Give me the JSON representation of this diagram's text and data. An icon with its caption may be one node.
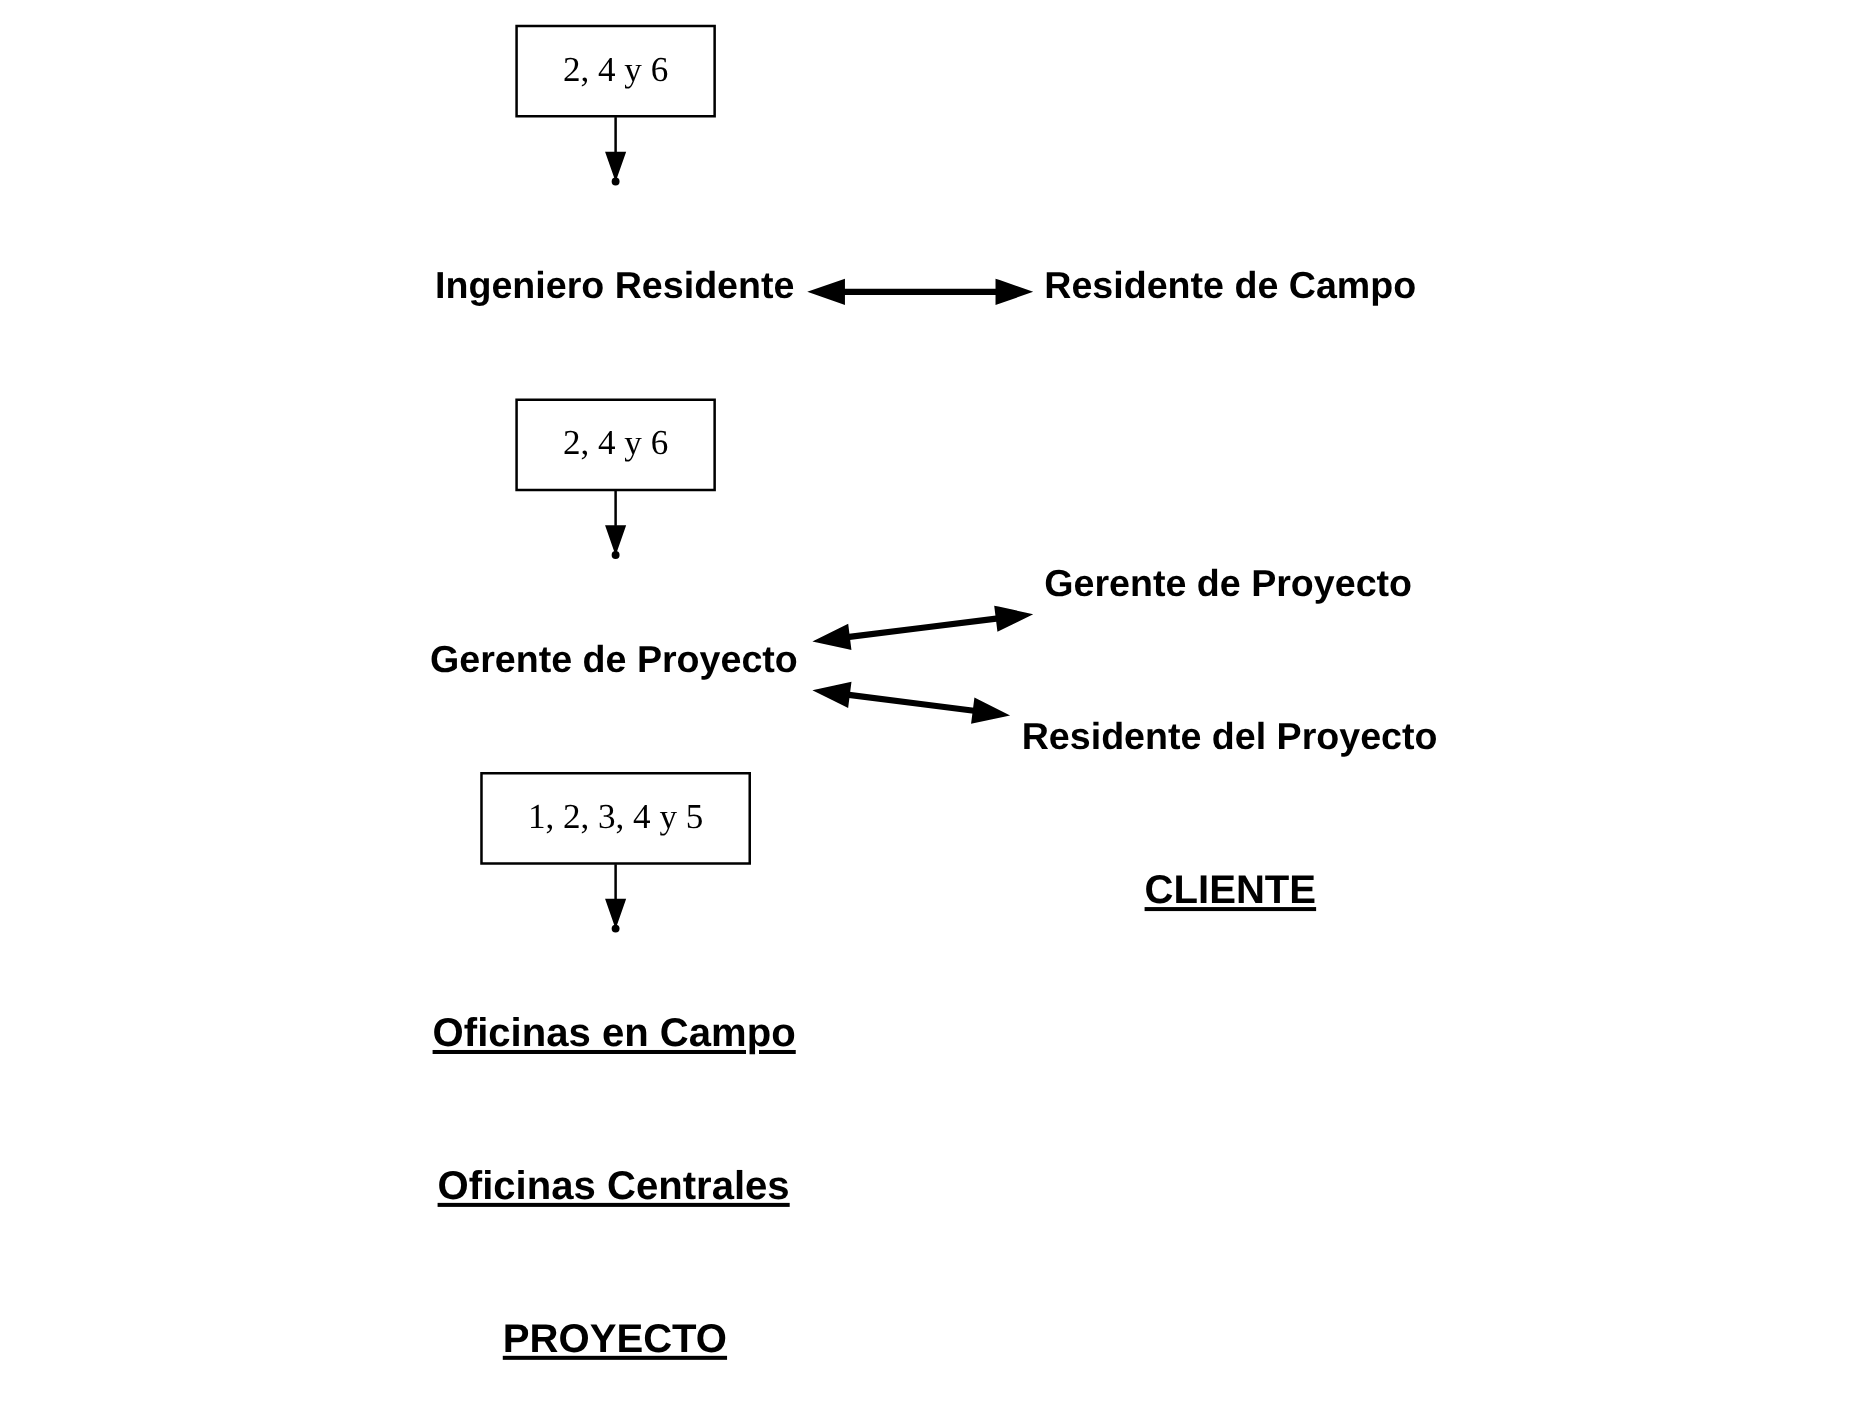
{
  "diagram": {
    "nodes": [
      {
        "text": [
          "1, 2, 3, 4 y 5"
        ]
      },
      {
        "text": [
          "Gerente de Proyecto"
        ]
      },
      {
        "text": [
          "Gerente de Proyecto"
        ]
      },
      {
        "text": [
          "Residente del Proyecto"
        ]
      },
      {
        "text": [
          "2, 4 y 6"
        ]
      },
      {
        "text": [
          "Ingeniero Residente"
        ]
      },
      {
        "text": [
          "Residente de Campo"
        ]
      },
      {
        "text": [
          "2, 4 y 6"
        ]
      }
    ],
    "edges": [
      {
        "from": 2,
        "to": 1,
        "arrow": "both",
        "style": "thick"
      },
      {
        "from": 2,
        "to": 3,
        "arrow": "both",
        "style": "thick"
      },
      {
        "from": 5,
        "to": 6,
        "arrow": "both",
        "style": "thick"
      },
      {
        "from": 0,
        "to": null,
        "arrow": "to"
      },
      {
        "from": 4,
        "to": null,
        "arrow": "to"
      },
      {
        "from": 7,
        "to": null,
        "arrow": "to"
      }
    ],
    "labels": [
      "PROYECTO",
      "CLIENTE",
      "Oficinas Centrales",
      "Oficinas en Campo"
    ]
  }
}
